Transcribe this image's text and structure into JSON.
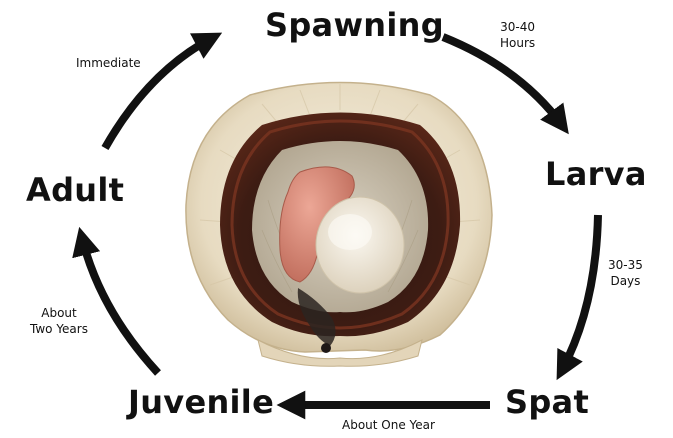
{
  "stages": {
    "spawning": "Spawning",
    "larva": "Larva",
    "spat": "Spat",
    "juvenile": "Juvenile",
    "adult": "Adult"
  },
  "durations": {
    "spawning_to_larva": [
      "30-40",
      "Hours"
    ],
    "larva_to_spat": [
      "30-35",
      "Days"
    ],
    "spat_to_juvenile": [
      "About One Year"
    ],
    "juvenile_to_adult": [
      "About",
      "Two Years"
    ],
    "adult_to_spawning": [
      "Immediate"
    ]
  },
  "colors": {
    "arrow": "#111111",
    "shell_outer": "#e9ddc4",
    "shell_mantle": "#3b1a12",
    "meat": "#f1ece0",
    "roe": "#d88a78"
  },
  "central_image": "scallop-photo"
}
